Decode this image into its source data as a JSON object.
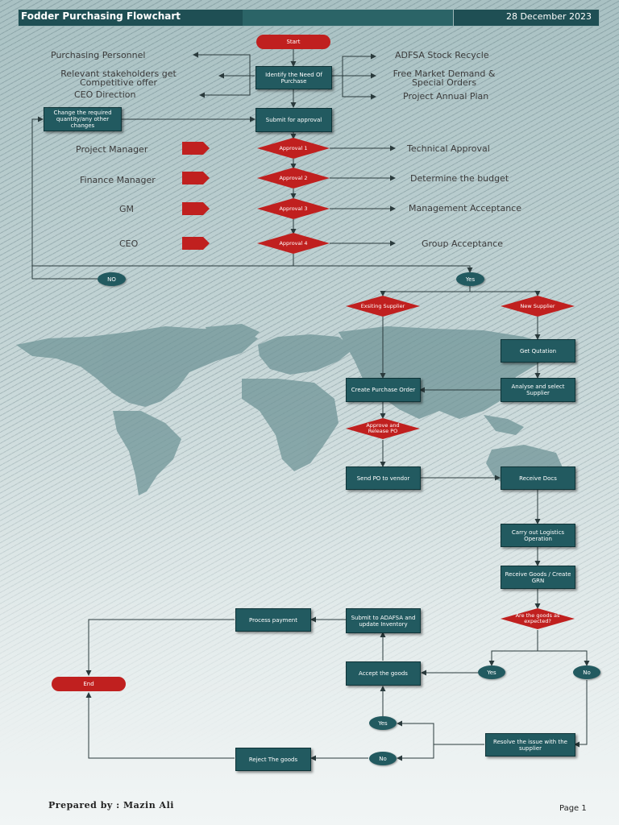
{
  "header": {
    "title": "Fodder Purchasing Flowchart",
    "date": "28 December 2023"
  },
  "nodes": {
    "start": "Start",
    "identify": "Identify the Need Of Purchase",
    "submit": "Submit for approval",
    "change": "Change the required quantity/any other changes",
    "approval1": "Approval 1",
    "approval2": "Approval 2",
    "approval3": "Approval 3",
    "approval4": "Approval 4",
    "no": "NO",
    "yes": "Yes",
    "existing_supplier": "Exsiting Supplier",
    "new_supplier": "New Supplier",
    "get_quotation": "Get Qutation",
    "analyse": "Analyse and select Supplier",
    "create_po": "Create Purchase Order",
    "approve_po": "Approve and Release PO",
    "send_po": "Send PO to vendor",
    "receive_docs": "Receive Docs",
    "logistics": "Carry out Logistics Operation",
    "receive_goods": "Receive Goods / Create GRN",
    "goods_expected": "Are the goods as expected?",
    "yes2": "Yes",
    "no2": "No",
    "accept": "Accept the goods",
    "submit_adafsa": "Submit to ADAFSA and update Inventory",
    "process_payment": "Process payment",
    "end": "End",
    "resolve": "Resolve the issue with the supplier",
    "yes3": "Yes",
    "no3": "No",
    "reject": "Reject The goods"
  },
  "labels": {
    "purchasing_personnel": "Purchasing Personnel",
    "stakeholders": "Relevant stakeholders get Competitive offer",
    "ceo_direction": "CEO Direction",
    "adfsa_stock": "ADFSA Stock Recycle",
    "free_market": "Free Market Demand & Special Orders",
    "project_plan": "Project Annual Plan",
    "project_manager": "Project Manager",
    "finance_manager": "Finance Manager",
    "gm": "GM",
    "ceo": "CEO",
    "technical": "Technical Approval",
    "budget": "Determine the budget",
    "management": "Management Acceptance",
    "group": "Group Acceptance"
  },
  "footer": {
    "prepared": "Prepared by : Mazin Ali",
    "page": "Page 1"
  },
  "colors": {
    "box": "#225a60",
    "decision": "#c0201f",
    "connector": "#2a3a3c",
    "header": "#1f4f54"
  },
  "background": {
    "world_map": "world-map-illustration"
  }
}
